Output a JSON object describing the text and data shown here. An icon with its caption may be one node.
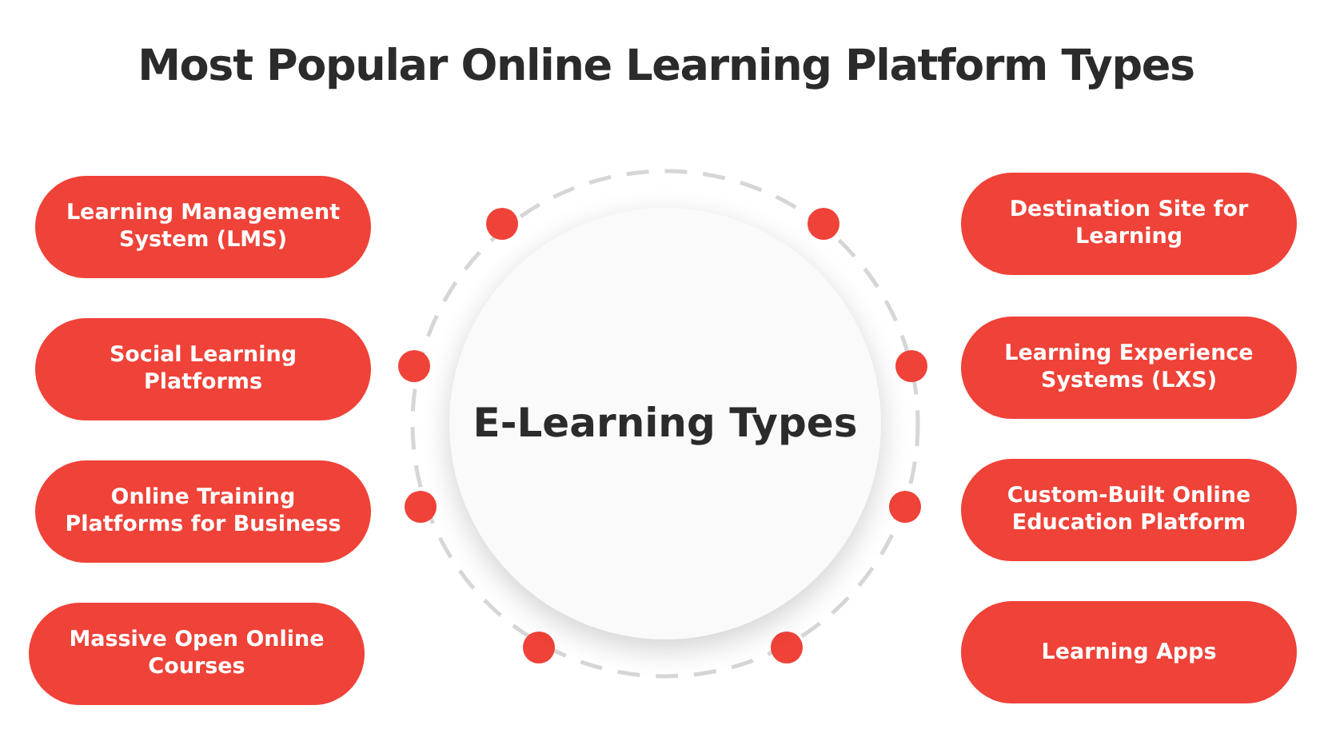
{
  "diagram": {
    "title": "Most Popular Online Learning Platform Types",
    "nodes": [
      {
        "text": [
          "Learning Management System (LMS)"
        ]
      },
      {
        "text": [
          "Social Learning Platforms"
        ]
      },
      {
        "text": [
          "Online Training Platforms for Business"
        ]
      },
      {
        "text": [
          "Massive Open Online Courses"
        ]
      },
      {
        "text": [
          "E-Learning Types"
        ]
      },
      {
        "text": [
          "Destination Site for Learning"
        ]
      },
      {
        "text": [
          "Learning Experience Systems (LXS)"
        ]
      },
      {
        "text": [
          "Custom-Built Online Education Platform"
        ]
      },
      {
        "text": [
          "Learning Apps"
        ]
      }
    ],
    "edges": []
  }
}
